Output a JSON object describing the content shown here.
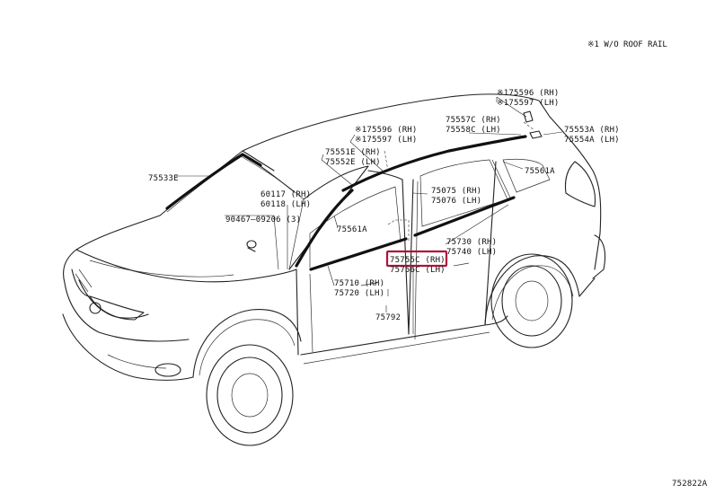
{
  "diagram": {
    "note": "※1 W/O ROOF RAIL",
    "figure_code": "752822A",
    "highlight_color": "#b0123a",
    "labels": [
      {
        "id": "p175596rh_top",
        "text": "※175596 (RH)"
      },
      {
        "id": "p175597lh_top",
        "text": "※175597 (LH)"
      },
      {
        "id": "p75557c",
        "text": "75557C (RH)"
      },
      {
        "id": "p75558c",
        "text": "75558C (LH)"
      },
      {
        "id": "p75553a",
        "text": "75553A (RH)"
      },
      {
        "id": "p75554a",
        "text": "75554A (LH)"
      },
      {
        "id": "p175596rh_mid",
        "text": "※175596 (RH)"
      },
      {
        "id": "p175597lh_mid",
        "text": "※175597 (LH)"
      },
      {
        "id": "p75551e",
        "text": "75551E (RH)"
      },
      {
        "id": "p75552e",
        "text": "75552E (LH)"
      },
      {
        "id": "p75561a_right",
        "text": "75561A"
      },
      {
        "id": "p75533e",
        "text": "75533E"
      },
      {
        "id": "p75075",
        "text": "75075 (RH)"
      },
      {
        "id": "p75076",
        "text": "75076 (LH)"
      },
      {
        "id": "p60117",
        "text": "60117 (RH)"
      },
      {
        "id": "p60118",
        "text": "60118 (LH)"
      },
      {
        "id": "p90467",
        "text": "90467–09206 (3)"
      },
      {
        "id": "p75561a_left",
        "text": "75561A"
      },
      {
        "id": "p75730",
        "text": "75730 (RH)"
      },
      {
        "id": "p75740",
        "text": "75740 (LH)"
      },
      {
        "id": "p75755c",
        "text": "75755C (RH)"
      },
      {
        "id": "p75756c",
        "text": "75756C (LH)"
      },
      {
        "id": "p75710",
        "text": "75710 (RH)"
      },
      {
        "id": "p75720",
        "text": "75720 (LH)"
      },
      {
        "id": "p75792",
        "text": "75792"
      }
    ]
  }
}
